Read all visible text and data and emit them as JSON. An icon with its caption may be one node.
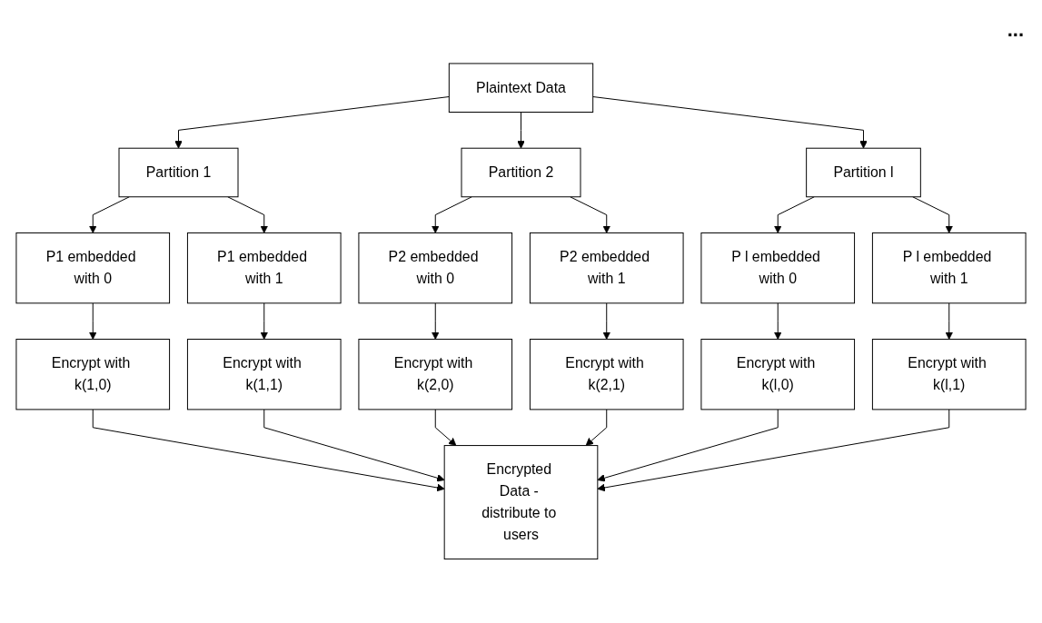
{
  "diagram": {
    "nodes": [
      {
        "text": [
          "Plaintext Data"
        ]
      },
      {
        "text": [
          "Partition 1"
        ]
      },
      {
        "text": [
          "Partition 2"
        ]
      },
      {
        "text": [
          "Partition l"
        ]
      },
      {
        "text": [
          "P1 embedded with 0"
        ]
      },
      {
        "text": [
          "P1 embedded with 1"
        ]
      },
      {
        "text": [
          "P2 embedded with 0"
        ]
      },
      {
        "text": [
          "P2 embedded with 1"
        ]
      },
      {
        "text": [
          "P l embedded with 0"
        ]
      },
      {
        "text": [
          "P l embedded with 1"
        ]
      },
      {
        "text": [
          "Encrypt with k(1,0)"
        ]
      },
      {
        "text": [
          "Encrypt with k(1,1)"
        ]
      },
      {
        "text": [
          "Encrypt with k(2,0)"
        ]
      },
      {
        "text": [
          "Encrypt with k(2,1)"
        ]
      },
      {
        "text": [
          "Encrypt with k(l,0)"
        ]
      },
      {
        "text": [
          "Encrypt with k(l,1)"
        ]
      },
      {
        "text": [
          "Encrypted Data - distribute to users"
        ]
      }
    ],
    "edges": [
      {
        "from": 0,
        "to": 1,
        "arrow": "to"
      },
      {
        "from": 0,
        "to": 2,
        "arrow": "to"
      },
      {
        "from": 0,
        "to": 3,
        "arrow": "to"
      },
      {
        "from": 1,
        "to": 4,
        "arrow": "to"
      },
      {
        "from": 1,
        "to": 5,
        "arrow": "to"
      },
      {
        "from": 2,
        "to": 6,
        "arrow": "to"
      },
      {
        "from": 2,
        "to": 7,
        "arrow": "to"
      },
      {
        "from": 3,
        "to": 8,
        "arrow": "to"
      },
      {
        "from": 3,
        "to": 9,
        "arrow": "to"
      },
      {
        "from": 4,
        "to": 10,
        "arrow": "to"
      },
      {
        "from": 5,
        "to": 11,
        "arrow": "to"
      },
      {
        "from": 6,
        "to": 12,
        "arrow": "to"
      },
      {
        "from": 7,
        "to": 13,
        "arrow": "to"
      },
      {
        "from": 8,
        "to": 14,
        "arrow": "to"
      },
      {
        "from": 9,
        "to": 15,
        "arrow": "to"
      },
      {
        "from": 10,
        "to": 16,
        "arrow": "to"
      },
      {
        "from": 11,
        "to": 16,
        "arrow": "to"
      },
      {
        "from": 12,
        "to": 16,
        "arrow": "to"
      },
      {
        "from": 13,
        "to": 16,
        "arrow": "to"
      },
      {
        "from": 14,
        "to": 16,
        "arrow": "to"
      },
      {
        "from": 15,
        "to": 16,
        "arrow": "to"
      }
    ],
    "labels": [
      "..."
    ]
  }
}
